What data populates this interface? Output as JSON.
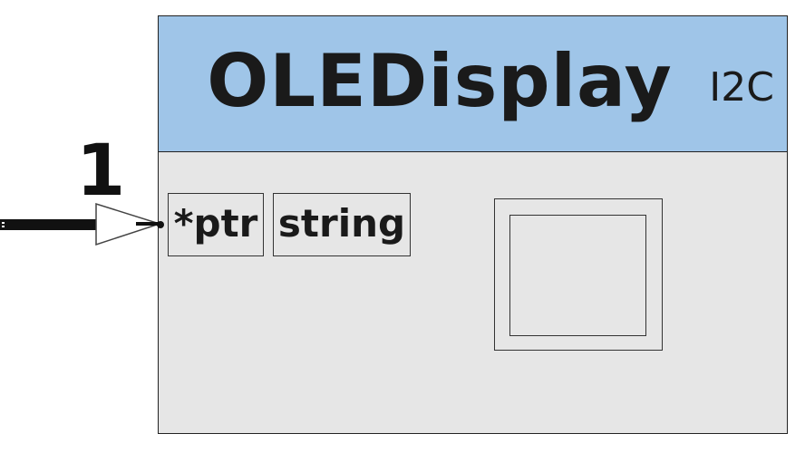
{
  "block": {
    "title": "OLEDisplay",
    "protocol": "I2C",
    "header_color": "#9fc5e8",
    "body_color": "#e6e6e6"
  },
  "input_pin": {
    "number": "1",
    "pointer_label": "*ptr",
    "type_label": "string"
  },
  "icons": {
    "connector": "triangle-arrow-icon",
    "display": "screen-icon"
  }
}
